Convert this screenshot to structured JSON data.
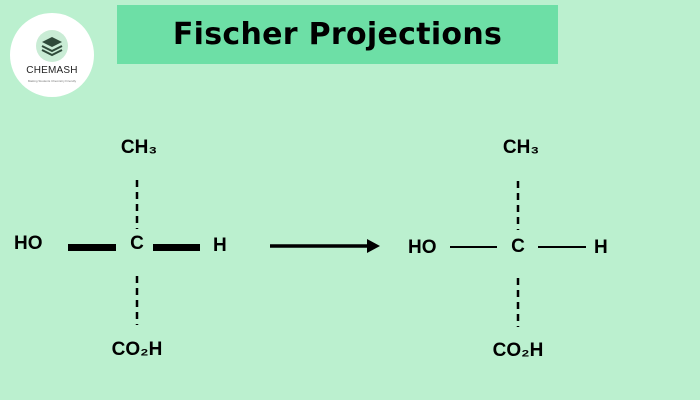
{
  "title": "Fischer Projections",
  "logo": {
    "name": "CHEMASH",
    "tagline": "Making Students Chemistry Friendly",
    "icon": "stacked-layers-icon"
  },
  "colors": {
    "background": "#bbf0cf",
    "banner": "#6ddfa6",
    "logo_bg": "#ffffff"
  },
  "structures": {
    "wedge_dash": {
      "top": "CH₃",
      "left": "HO",
      "center": "C",
      "right": "H",
      "bottom": "CO₂H"
    },
    "fischer": {
      "top": "CH₃",
      "left": "HO",
      "center": "C",
      "right": "H",
      "bottom": "CO₂H"
    }
  },
  "arrow": "right-arrow"
}
